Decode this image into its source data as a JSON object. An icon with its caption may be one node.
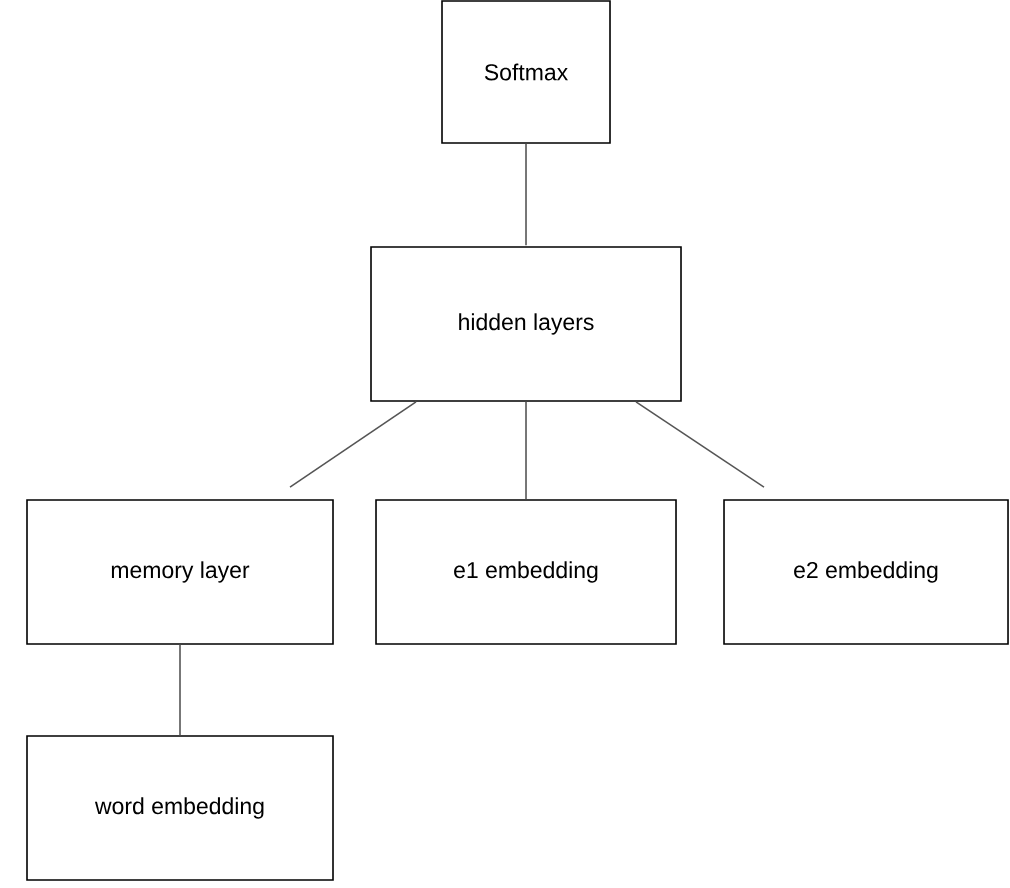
{
  "diagram": {
    "nodes": [
      {
        "text": [
          "Softmax"
        ]
      },
      {
        "text": [
          "hidden layers"
        ]
      },
      {
        "text": [
          "memory layer"
        ]
      },
      {
        "text": [
          "e1 embedding"
        ]
      },
      {
        "text": [
          "e2 embedding"
        ]
      },
      {
        "text": [
          "word embedding"
        ]
      }
    ],
    "edges": [
      {
        "from": 0,
        "to": 1,
        "arrow": "none"
      },
      {
        "from": 1,
        "to": 2,
        "arrow": "none"
      },
      {
        "from": 1,
        "to": 3,
        "arrow": "none"
      },
      {
        "from": 1,
        "to": 4,
        "arrow": "none"
      },
      {
        "from": 2,
        "to": 5,
        "arrow": "none"
      }
    ]
  }
}
